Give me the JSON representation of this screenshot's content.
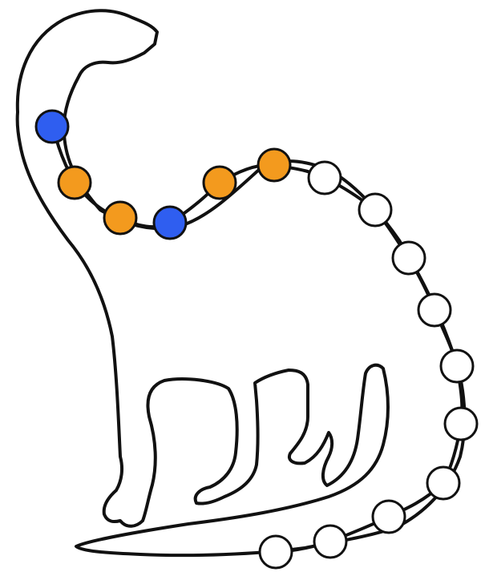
{
  "figure": {
    "subject": "dinosaur-outline",
    "colors": {
      "outline": "#111111",
      "background": "#ffffff"
    },
    "bead_colors": {
      "blue": "#2f5ef0",
      "orange": "#f39a1e",
      "white": "#ffffff"
    },
    "beads": [
      "blue",
      "orange",
      "orange",
      "blue",
      "orange",
      "orange",
      "white",
      "white",
      "white",
      "white",
      "white",
      "white",
      "white",
      "white",
      "white",
      "white"
    ]
  }
}
